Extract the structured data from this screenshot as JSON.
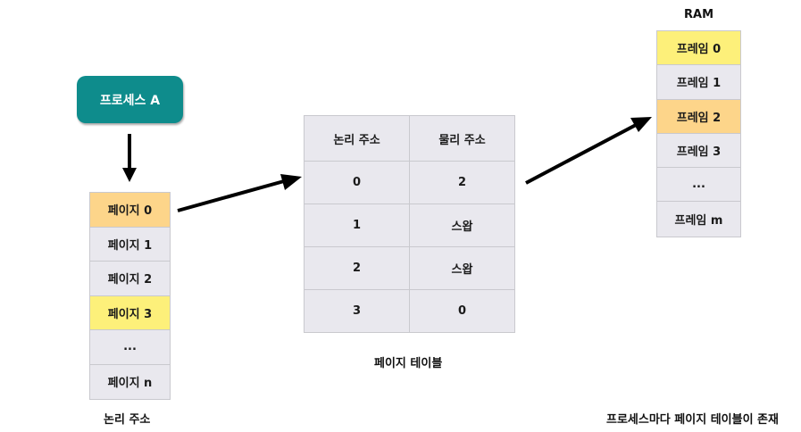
{
  "process": {
    "label": "프로세스 A"
  },
  "logical_pages": {
    "items": [
      {
        "label": "페이지 0",
        "highlight": "#fdd58a"
      },
      {
        "label": "페이지 1",
        "highlight": ""
      },
      {
        "label": "페이지 2",
        "highlight": ""
      },
      {
        "label": "페이지 3",
        "highlight": "#fdf07a"
      },
      {
        "label": "...",
        "highlight": ""
      },
      {
        "label": "페이지 n",
        "highlight": ""
      }
    ],
    "caption": "논리 주소"
  },
  "page_table": {
    "headers": [
      "논리 주소",
      "물리 주소"
    ],
    "rows": [
      [
        "0",
        "2"
      ],
      [
        "1",
        "스왑"
      ],
      [
        "2",
        "스왑"
      ],
      [
        "3",
        "0"
      ]
    ],
    "caption": "페이지 테이블"
  },
  "ram": {
    "title": "RAM",
    "frames": [
      {
        "label": "프레임 0",
        "highlight": "#fdf07a"
      },
      {
        "label": "프레임 1",
        "highlight": ""
      },
      {
        "label": "프레임 2",
        "highlight": "#fdd58a"
      },
      {
        "label": "프레임 3",
        "highlight": ""
      },
      {
        "label": "...",
        "highlight": ""
      },
      {
        "label": "프레임 m",
        "highlight": ""
      }
    ],
    "caption": "프로세스마다 페이지 테이블이 존재"
  },
  "colors": {
    "process_fill": "#0e8c8c",
    "orange": "#fdd58a",
    "yellow": "#fdf07a",
    "cell": "#e9e8ee"
  }
}
